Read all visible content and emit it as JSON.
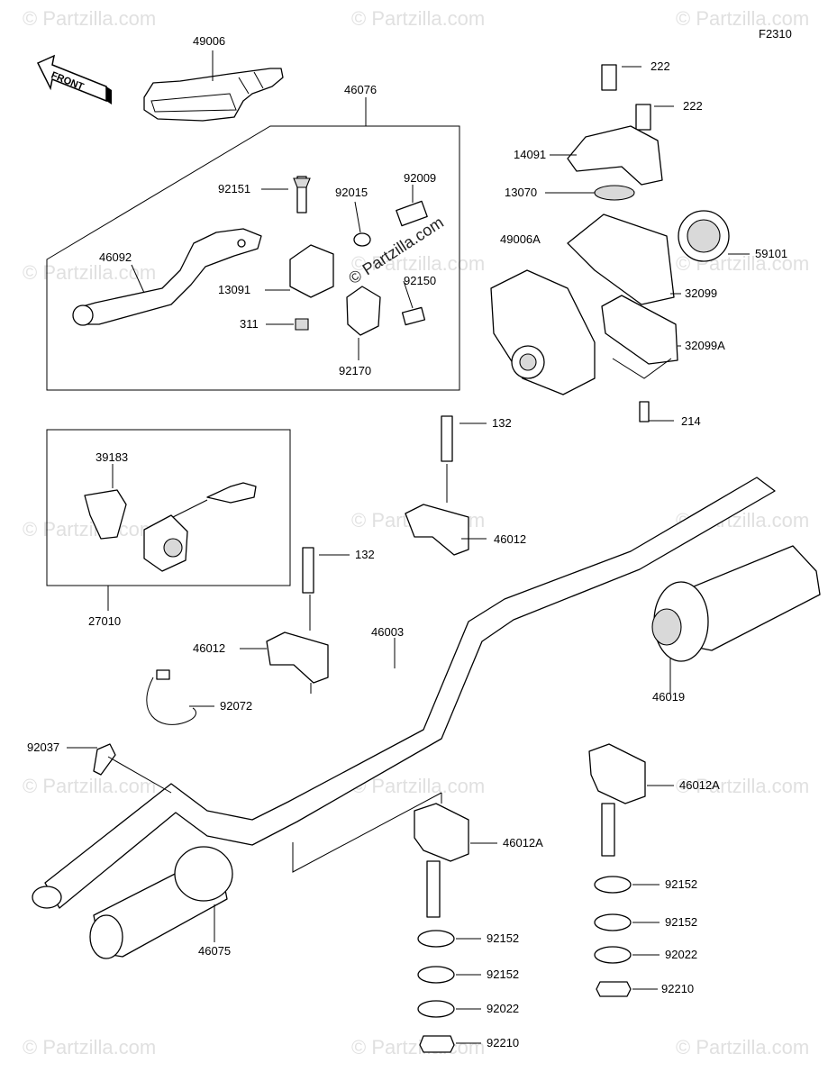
{
  "figure_code": "F2310",
  "front_label": "FRONT",
  "watermarks": {
    "primary": "© Partzilla.com",
    "tile": "© Partzilla.com"
  },
  "parts": {
    "p49006": "49006",
    "p46076": "46076",
    "p92151": "92151",
    "p92015": "92015",
    "p92009": "92009",
    "p46092": "46092",
    "p13091": "13091",
    "p92150": "92150",
    "p311": "311",
    "p92170": "92170",
    "p222a": "222",
    "p222b": "222",
    "p14091": "14091",
    "p13070": "13070",
    "p49006A": "49006A",
    "p59101": "59101",
    "p32099": "32099",
    "p32099A": "32099A",
    "p214": "214",
    "p39183": "39183",
    "p27010": "27010",
    "p132a": "132",
    "p46012a": "46012",
    "p132b": "132",
    "p46012b": "46012",
    "p46003": "46003",
    "p46019": "46019",
    "p92072": "92072",
    "p92037": "92037",
    "p46012Aa": "46012A",
    "p46012Ab": "46012A",
    "p46075": "46075",
    "p92152a": "92152",
    "p92152b": "92152",
    "p92022a": "92022",
    "p92210a": "92210",
    "p92152c": "92152",
    "p92152d": "92152",
    "p92022b": "92022",
    "p92210b": "92210"
  }
}
